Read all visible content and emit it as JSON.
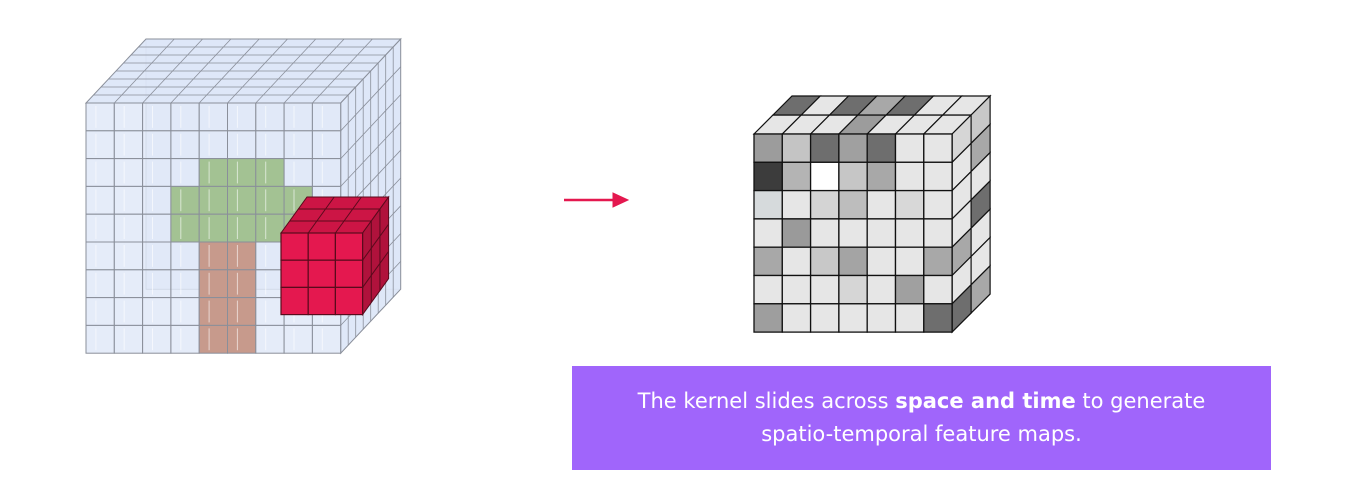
{
  "caption": {
    "line1_before": "The kernel slides across ",
    "line1_bold": "space and time",
    "line1_after": " to generate",
    "line2": "spatio-temporal feature maps."
  },
  "colors": {
    "input_cube_fill": "#dce6f7",
    "input_cube_edge": "#8a8f9a",
    "tree_crown": "#a3c293",
    "tree_trunk": "#c79a8c",
    "kernel_fill": "#e4184f",
    "arrow": "#e4184f",
    "caption_bg": "#a065fb",
    "caption_text": "#ffffff"
  },
  "feature_map": {
    "front_grays": [
      [
        "#9c9c9c",
        "#c4c4c4",
        "#6e6e6e",
        "#a0a0a0",
        "#6e6e6e",
        "#e6e6e6",
        "#e6e6e6"
      ],
      [
        "#3c3c3c",
        "#b4b4b4",
        "#ffffff",
        "#c6c6c6",
        "#a8a8a8",
        "#e6e6e6",
        "#e6e6e6"
      ],
      [
        "#d6dadc",
        "#e6e6e6",
        "#d4d4d4",
        "#bdbdbd",
        "#e6e6e6",
        "#d8d8d8",
        "#e6e6e6"
      ],
      [
        "#e6e6e6",
        "#9a9a9a",
        "#e6e6e6",
        "#e6e6e6",
        "#e6e6e6",
        "#e6e6e6",
        "#e6e6e6"
      ],
      [
        "#a8a8a8",
        "#e6e6e6",
        "#c8c8c8",
        "#a4a4a4",
        "#e6e6e6",
        "#e6e6e6",
        "#a8a8a8"
      ],
      [
        "#e6e6e6",
        "#e6e6e6",
        "#e6e6e6",
        "#d6d6d6",
        "#e6e6e6",
        "#a0a0a0",
        "#e6e6e6"
      ],
      [
        "#9e9e9e",
        "#e6e6e6",
        "#e6e6e6",
        "#e6e6e6",
        "#e6e6e6",
        "#e6e6e6",
        "#6e6e6e"
      ]
    ],
    "top_grays": [
      [
        "#6e6e6e",
        "#e6e6e6",
        "#6e6e6e",
        "#a8a8a8",
        "#6e6e6e",
        "#e6e6e6",
        "#e6e6e6"
      ],
      [
        "#e6e6e6",
        "#e6e6e6",
        "#e6e6e6",
        "#9c9c9c",
        "#e6e6e6",
        "#e6e6e6",
        "#e6e6e6"
      ]
    ],
    "side_grays": [
      [
        "#d6d6d6",
        "#c8c8c8"
      ],
      [
        "#e6e6e6",
        "#a8a8a8"
      ],
      [
        "#e6e6e6",
        "#e6e6e6"
      ],
      [
        "#e6e6e6",
        "#6e6e6e"
      ],
      [
        "#a8a8a8",
        "#e6e6e6"
      ],
      [
        "#e6e6e6",
        "#e6e6e6"
      ],
      [
        "#6e6e6e",
        "#a8a8a8"
      ]
    ]
  }
}
